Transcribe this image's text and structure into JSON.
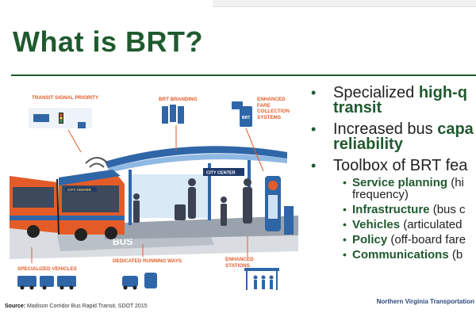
{
  "slide": {
    "title": "What is BRT?",
    "source_label": "Source:",
    "source_text": "Madison Corridor Bus Rapid Transit, SDOT 2015",
    "footer": "Northern Virginia Transportation C"
  },
  "illustration": {
    "labels": {
      "signal_priority": "TRANSIT SIGNAL PRIORITY",
      "branding": "BRT BRANDING",
      "fare": "ENHANCED FARE COLLECTION SYSTEMS",
      "vehicles": "SPECIALIZED VEHICLES",
      "running_ways": "DEDICATED RUNNING WAYS",
      "stations": "ENHANCED STATIONS"
    },
    "bus_sign": "CITY CENTER",
    "station_sign": "CITY CENTER",
    "fare_card": "BRT",
    "road_marking": "BUS"
  },
  "bullets": [
    {
      "pre": "Specialized ",
      "bold": "high-q",
      "line2": "transit"
    },
    {
      "pre": "Increased bus ",
      "bold": "capa",
      "line2": "reliability"
    },
    {
      "pre": "Toolbox of BRT fea",
      "bold": "",
      "line2": ""
    }
  ],
  "sub_bullets": [
    {
      "bold": "Service planning",
      "rest": " (hi",
      "line2": "frequency)"
    },
    {
      "bold": "Infrastructure",
      "rest": " (bus c",
      "line2": ""
    },
    {
      "bold": "Vehicles",
      "rest": " (articulated",
      "line2": ""
    },
    {
      "bold": "Policy",
      "rest": " (off-board fare",
      "line2": ""
    },
    {
      "bold": "Communications",
      "rest": " (b",
      "line2": ""
    }
  ],
  "colors": {
    "title_green": "#1f5a2e",
    "accent_orange": "#e35c28",
    "brt_blue": "#2f66a8"
  }
}
